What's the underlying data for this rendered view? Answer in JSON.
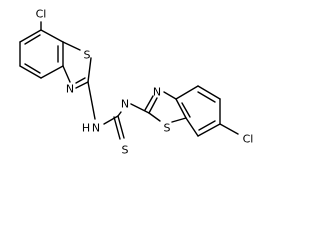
{
  "molecule": {
    "atoms": {
      "cl_left": "Cl",
      "s_left": "S",
      "n_left_ring": "N",
      "nh_left": "N",
      "h_left": "H",
      "n_right_amide": "N",
      "thione_s": "S",
      "n_right_ring": "N",
      "s_right": "S",
      "cl_right": "Cl"
    }
  }
}
